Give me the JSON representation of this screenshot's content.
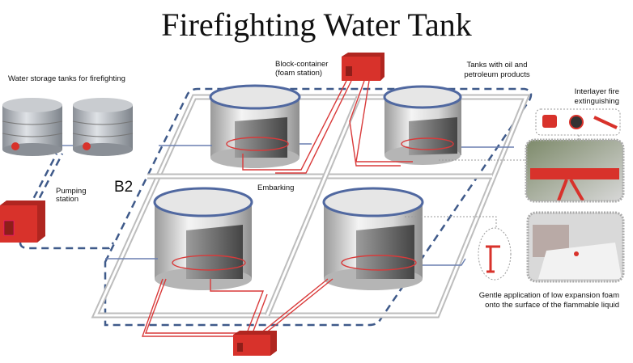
{
  "title": "Firefighting Water Tank",
  "labels": {
    "water_storage": "Water storage tanks for firefighting",
    "pumping_station": [
      "Pumping",
      "station"
    ],
    "zone": "B2",
    "block_container": [
      "Block-container",
      "(foam station)"
    ],
    "embarking": "Embarking",
    "oil_tanks": [
      "Tanks with oil and",
      "petroleum products"
    ],
    "interlayer": [
      "Interlayer fire",
      "extinguishing"
    ],
    "gentle_application": [
      "Gentle application of low expansion foam",
      "onto the surface of the flammable liquid"
    ]
  },
  "colors": {
    "container_red": "#d8322b",
    "pipe_red": "#d93a3a",
    "boundary_blue": "#3f5a8a",
    "road_gray": "#bdbdbd"
  }
}
